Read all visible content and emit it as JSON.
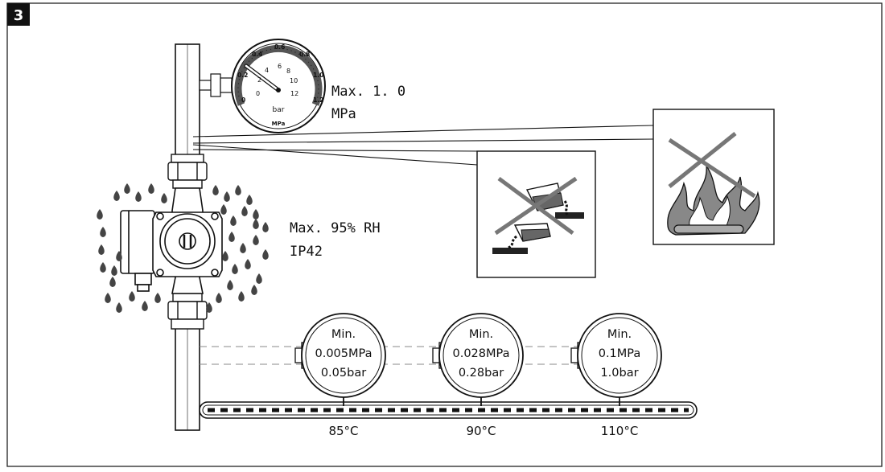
{
  "figure": {
    "number": "3",
    "max_pressure_line1": "Max. 1. 0",
    "max_pressure_line2": "MPa",
    "humidity_line1": "Max. 95% RH",
    "humidity_line2": "IP42"
  },
  "pressure_gauge": {
    "unit_inner": "bar",
    "unit_outer": "MPa",
    "outer_ticks": [
      "0",
      "0.2",
      "0.4",
      "0.6",
      "0.8",
      "1.0",
      "1.2"
    ],
    "inner_ticks": [
      "0",
      "2",
      "4",
      "6",
      "8",
      "10",
      "12"
    ]
  },
  "inlet_gauges": [
    {
      "line1": "Min.",
      "line2": "0.005MPa",
      "line3": "0.05bar",
      "temperature": "85°C"
    },
    {
      "line1": "Min.",
      "line2": "0.028MPa",
      "line3": "0.28bar",
      "temperature": "90°C"
    },
    {
      "line1": "Min.",
      "line2": "0.1MPa",
      "line3": "1.0bar",
      "temperature": "110°C"
    }
  ]
}
